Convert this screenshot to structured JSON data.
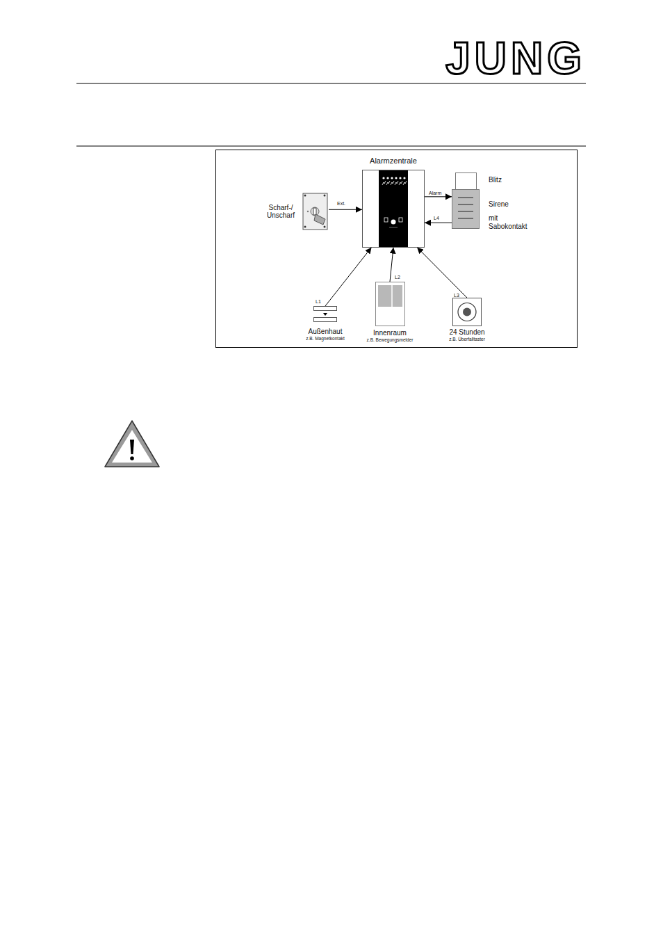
{
  "diagram": {
    "nodes": [
      {
        "text": [
          "Alarmzentrale"
        ]
      },
      {
        "text": [
          "Scharf-/ Unscharf"
        ]
      },
      {
        "text": [
          "Blitz",
          "Sirene",
          "mit Sabokontakt"
        ]
      },
      {
        "text": [
          "Außenhaut",
          "z.B. Magnetkontakt"
        ]
      },
      {
        "text": [
          "Innenraum",
          "z.B. Bewegungsmelder"
        ]
      },
      {
        "text": [
          "24 Stunden",
          "z.B. Überfalltaster"
        ]
      }
    ],
    "edges": [
      {
        "from": 1,
        "to": 0,
        "label": "Ext.",
        "arrow": "to"
      },
      {
        "from": 0,
        "to": 2,
        "label": "Alarm",
        "arrow": "to"
      },
      {
        "from": 2,
        "to": 0,
        "label": "L4",
        "arrow": "to"
      },
      {
        "from": 3,
        "to": 0,
        "label": "L1",
        "arrow": "to"
      },
      {
        "from": 4,
        "to": 0,
        "label": "L2",
        "arrow": "to"
      },
      {
        "from": 5,
        "to": 0,
        "label": "L3",
        "arrow": "to"
      }
    ],
    "labels": [
      "JUNG"
    ]
  }
}
